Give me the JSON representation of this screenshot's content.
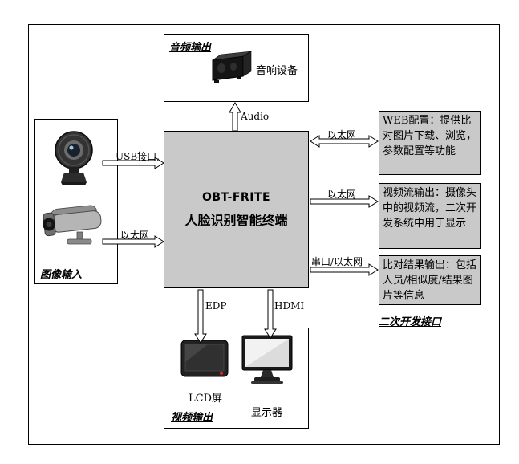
{
  "audio_section": {
    "title": "音频输出",
    "speaker_label": "音响设备"
  },
  "image_input_section": {
    "title": "图像输入"
  },
  "terminal": {
    "model": "OBT-FRITE",
    "name": "人脸识别智能终端"
  },
  "interfaces": {
    "web_config": "WEB配置：提供比对图片下载、浏览，参数配置等功能",
    "video_stream": "视频流输出：摄像头中的视频流，二次开发系统中用于显示",
    "compare_result": "比对结果输出：包括人员/相似度/结果图片等信息",
    "caption": "二次开发接口"
  },
  "video_section": {
    "title": "视频输出",
    "lcd_label": "LCD屏",
    "monitor_label": "显示器"
  },
  "connections": {
    "usb": "USB接口,",
    "ethernet_in": "以太网",
    "audio": "Audio",
    "ethernet_web": "以太网",
    "ethernet_stream": "以太网",
    "serial_ethernet": "串口/以太网",
    "edp": "EDP",
    "hdmi": "HDMI"
  }
}
